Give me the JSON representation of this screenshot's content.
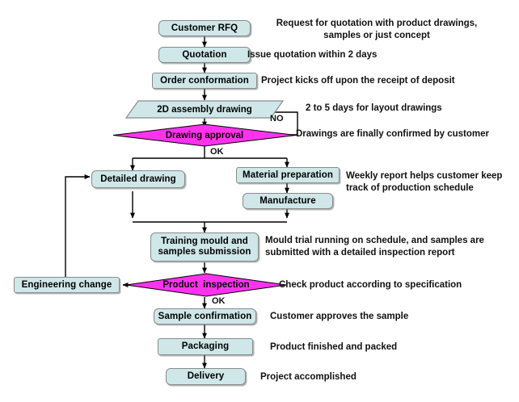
{
  "diagram": {
    "title": "Product development and order fulfilment flowchart",
    "colors": {
      "process_fill": "#cfe7e8",
      "process_border": "#8a8a8a",
      "decision_fill": "#ff33ee",
      "decision_border": "#000000",
      "line": "#000000",
      "background": "#ffffff",
      "text": "#000000"
    },
    "nodes": [
      {
        "id": "customer-rfq",
        "label": "Customer RFQ",
        "shape": "process"
      },
      {
        "id": "quotation",
        "label": "Quotation",
        "shape": "process"
      },
      {
        "id": "order-conformation",
        "label": "Order conformation",
        "shape": "process"
      },
      {
        "id": "2d-assembly-drawing",
        "label": "2D assembly drawing",
        "shape": "parallelogram"
      },
      {
        "id": "drawing-approval",
        "label": "Drawing approval",
        "shape": "decision"
      },
      {
        "id": "detailed-drawing",
        "label": "Detailed drawing",
        "shape": "process"
      },
      {
        "id": "material-preparation",
        "label": "Material preparation",
        "shape": "process"
      },
      {
        "id": "manufacture",
        "label": "Manufacture",
        "shape": "process"
      },
      {
        "id": "training-mould",
        "label": "Training mould and\nsamples submission",
        "shape": "process"
      },
      {
        "id": "engineering-change",
        "label": "Engineering change",
        "shape": "process"
      },
      {
        "id": "product-inspection",
        "label": "Product  inspection",
        "shape": "decision"
      },
      {
        "id": "sample-confirmation",
        "label": "Sample confirmation",
        "shape": "process"
      },
      {
        "id": "packaging",
        "label": "Packaging",
        "shape": "process"
      },
      {
        "id": "delivery",
        "label": "Delivery",
        "shape": "process"
      }
    ],
    "edge_labels": {
      "drawing_no": "NO",
      "drawing_ok": "OK",
      "inspection_ok": "OK"
    },
    "notes": [
      {
        "id": "note-rfq",
        "text": "Request for quotation with product drawings,\nsamples or just concept"
      },
      {
        "id": "note-quotation",
        "text": "Issue quotation within 2 days"
      },
      {
        "id": "note-order",
        "text": "Project kicks off upon the receipt of deposit"
      },
      {
        "id": "note-2d",
        "text": "2 to 5 days for layout drawings"
      },
      {
        "id": "note-approval",
        "text": "Drawings are finally confirmed by customer"
      },
      {
        "id": "note-material",
        "text": "Weekly report  helps customer keep\ntrack of production schedule"
      },
      {
        "id": "note-mould",
        "text": "Mould trial running on schedule, and samples are\nsubmitted with a detailed inspection report"
      },
      {
        "id": "note-inspection",
        "text": "Check product according to specification"
      },
      {
        "id": "note-sample",
        "text": "Customer approves the sample"
      },
      {
        "id": "note-packaging",
        "text": "Product finished and packed"
      },
      {
        "id": "note-delivery",
        "text": "Project accomplished"
      }
    ]
  }
}
